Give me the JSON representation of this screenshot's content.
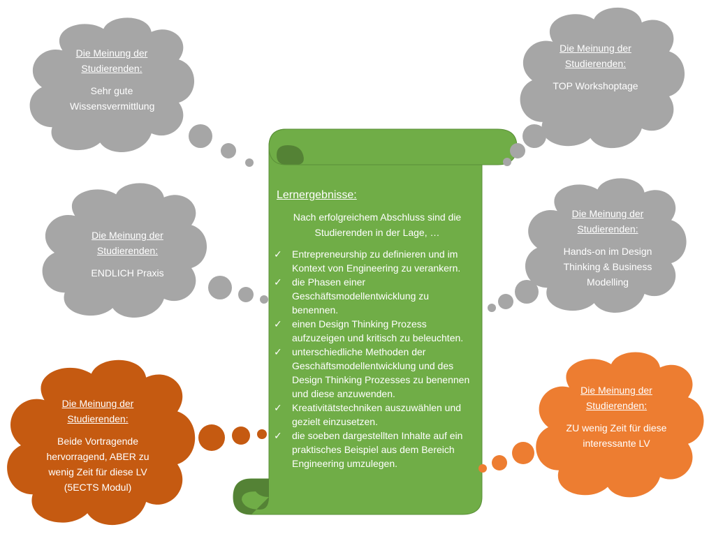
{
  "colors": {
    "gray_cloud": "#a6a6a6",
    "dark_orange_cloud": "#c55a11",
    "orange_cloud": "#ed7d31",
    "scroll_green": "#70ad47",
    "scroll_dark_green": "#548235"
  },
  "clouds": [
    {
      "heading": "Die Meinung der Studierenden:",
      "text": "Sehr gute Wissensvermittlung"
    },
    {
      "heading": "Die Meinung der Studierenden:",
      "text": "TOP Workshoptage"
    },
    {
      "heading": "Die Meinung der Studierenden:",
      "text": "ENDLICH Praxis"
    },
    {
      "heading": "Die Meinung der Studierenden:",
      "text": "Hands-on im Design Thinking & Business Modelling"
    },
    {
      "heading": "Die Meinung der Studierenden:",
      "text": "Beide Vortragende hervorragend, ABER zu wenig Zeit für diese LV (5ECTS Modul)"
    },
    {
      "heading": "Die Meinung der Studierenden:",
      "text": "ZU wenig Zeit für diese interessante LV"
    }
  ],
  "scroll": {
    "title": "Lernergebnisse:",
    "intro": "Nach erfolgreichem Abschluss sind die Studierenden in der Lage, …",
    "check_mark": "✓",
    "items": [
      "Entrepreneurship zu definieren und im Kontext von Engineering zu verankern.",
      "die Phasen einer Geschäftsmodellentwicklung zu benennen.",
      "einen Design Thinking Prozess aufzuzeigen und kritisch zu beleuchten.",
      "unterschiedliche Methoden der Geschäftsmodellentwicklung und des Design Thinking Prozesses zu benennen und diese anzuwenden.",
      "Kreativitätstechniken auszuwählen und gezielt einzusetzen.",
      "die soeben dargestellten Inhalte auf ein praktisches Beispiel aus dem Bereich Engineering umzulegen."
    ]
  }
}
